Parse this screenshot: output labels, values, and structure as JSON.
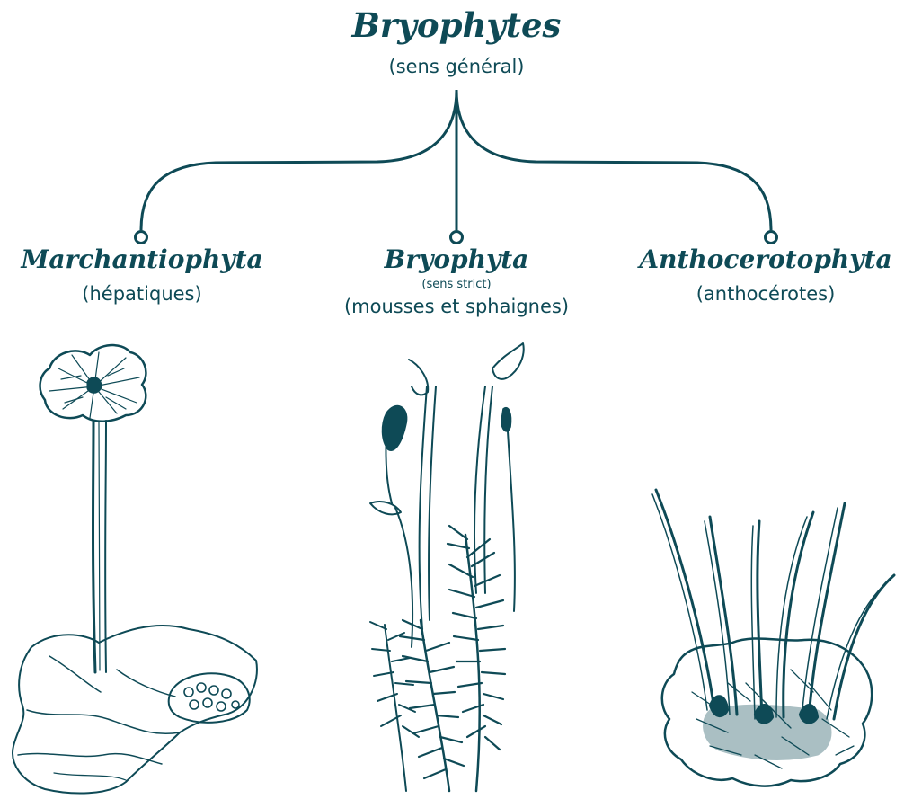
{
  "root": {
    "title": "Bryophytes",
    "subtitle": "(sens général)"
  },
  "branches": [
    {
      "id": "marchantiophyta",
      "title": "Marchantiophyta",
      "subtitle": "(hépatiques)"
    },
    {
      "id": "bryophyta",
      "title": "Bryophyta",
      "note": "(sens strict)",
      "subtitle": "(mousses et sphaignes)"
    },
    {
      "id": "anthocerotophyta",
      "title": "Anthocerotophyta",
      "subtitle": "(anthocérotes)"
    }
  ],
  "colors": {
    "ink": "#0e4a56",
    "background": "#ffffff"
  }
}
